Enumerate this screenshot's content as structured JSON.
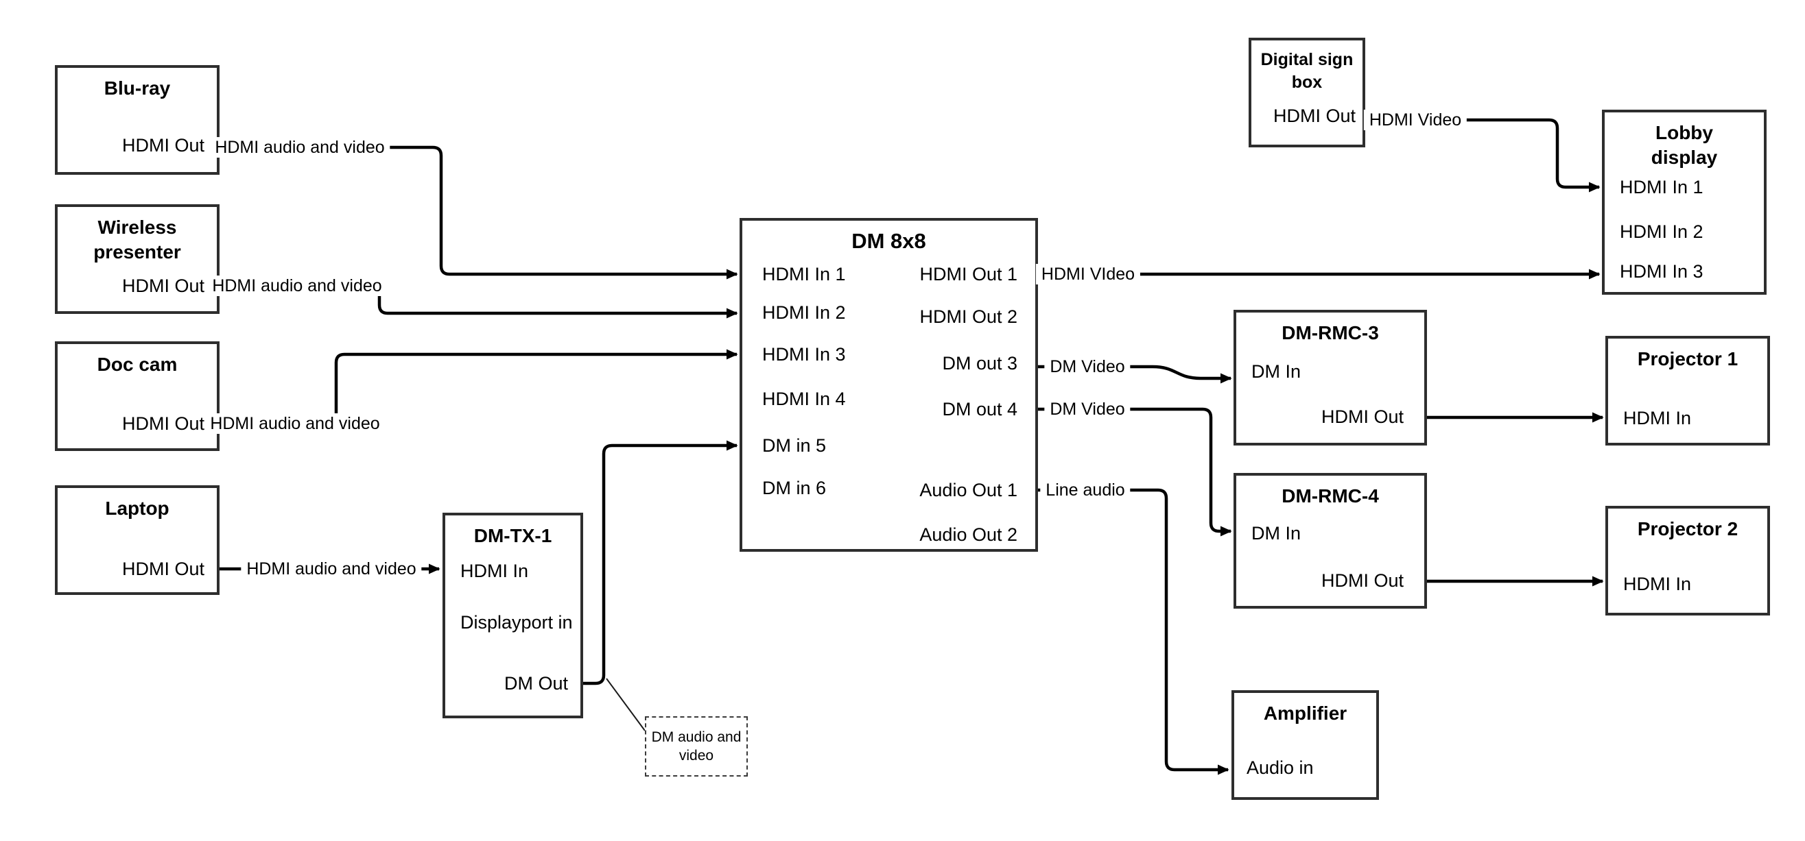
{
  "diagram": {
    "type": "av-signal-flow-diagram",
    "colors": {
      "line": "#000000",
      "box_border": "#2e2e2e",
      "background": "#ffffff"
    },
    "nodes": {
      "bluray": {
        "title": "Blu-ray",
        "port_out": "HDMI Out"
      },
      "wireless": {
        "title": "Wireless presenter",
        "title_line1": "Wireless",
        "title_line2": "presenter",
        "port_out": "HDMI Out"
      },
      "doccam": {
        "title": "Doc cam",
        "port_out": "HDMI Out"
      },
      "laptop": {
        "title": "Laptop",
        "port_out": "HDMI Out"
      },
      "dmtx1": {
        "title": "DM-TX-1",
        "port_hdmi_in": "HDMI In",
        "port_displayport_in": "Displayport in",
        "port_dm_out": "DM Out"
      },
      "dm8x8": {
        "title": "DM 8x8",
        "port_hdmi_in_1": "HDMI In 1",
        "port_hdmi_in_2": "HDMI In 2",
        "port_hdmi_in_3": "HDMI In 3",
        "port_hdmi_in_4": "HDMI In 4",
        "port_dm_in_5": "DM in 5",
        "port_dm_in_6": "DM in 6",
        "port_hdmi_out_1": "HDMI Out 1",
        "port_hdmi_out_2": "HDMI Out 2",
        "port_dm_out_3": "DM out 3",
        "port_dm_out_4": "DM out 4",
        "port_audio_out_1": "Audio Out 1",
        "port_audio_out_2": "Audio Out 2"
      },
      "digital_sign": {
        "title": "Digital sign box",
        "title_line1": "Digital sign",
        "title_line2": "box",
        "port_out": "HDMI Out"
      },
      "lobby": {
        "title": "Lobby display",
        "title_line1": "Lobby",
        "title_line2": "display",
        "port_in_1": "HDMI In 1",
        "port_in_2": "HDMI In 2",
        "port_in_3": "HDMI In 3"
      },
      "dmrmc3": {
        "title": "DM-RMC-3",
        "port_dm_in": "DM In",
        "port_hdmi_out": "HDMI Out"
      },
      "dmrmc4": {
        "title": "DM-RMC-4",
        "port_dm_in": "DM In",
        "port_hdmi_out": "HDMI Out"
      },
      "proj1": {
        "title": "Projector 1",
        "port_in": "HDMI In"
      },
      "proj2": {
        "title": "Projector 2",
        "port_in": "HDMI In"
      },
      "amplifier": {
        "title": "Amplifier",
        "port_in": "Audio in"
      }
    },
    "edge_labels": {
      "bluray_av": "HDMI audio and video",
      "wireless_av": "HDMI audio and video",
      "doccam_av": "HDMI audio and video",
      "laptop_av": "HDMI audio and video",
      "hdmi_video_main": "HDMI VIdeo",
      "hdmi_video_sign": "HDMI Video",
      "dm_video_3": "DM Video",
      "dm_video_4": "DM Video",
      "line_audio": "Line audio"
    },
    "note": {
      "text": "DM audio and video"
    }
  }
}
